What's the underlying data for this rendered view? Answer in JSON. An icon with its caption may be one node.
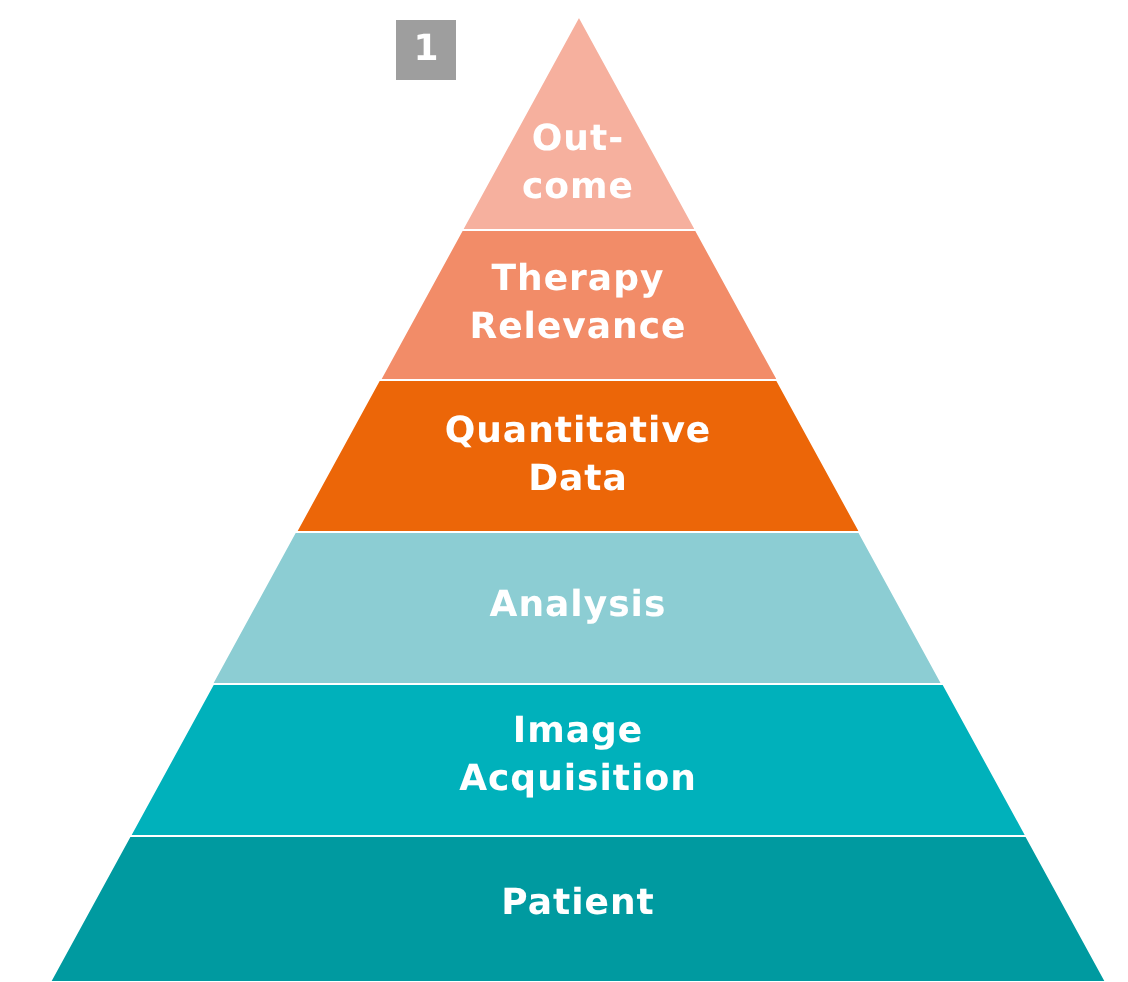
{
  "diagram": {
    "nodes": [
      {
        "text": [
          "Out- come"
        ]
      },
      {
        "text": [
          "Therapy Relevance"
        ]
      },
      {
        "text": [
          "Quantitative Data"
        ]
      },
      {
        "text": [
          "Analysis"
        ]
      },
      {
        "text": [
          "Image Acquisition"
        ]
      },
      {
        "text": [
          "Patient"
        ]
      }
    ],
    "labels": [
      "1"
    ]
  }
}
